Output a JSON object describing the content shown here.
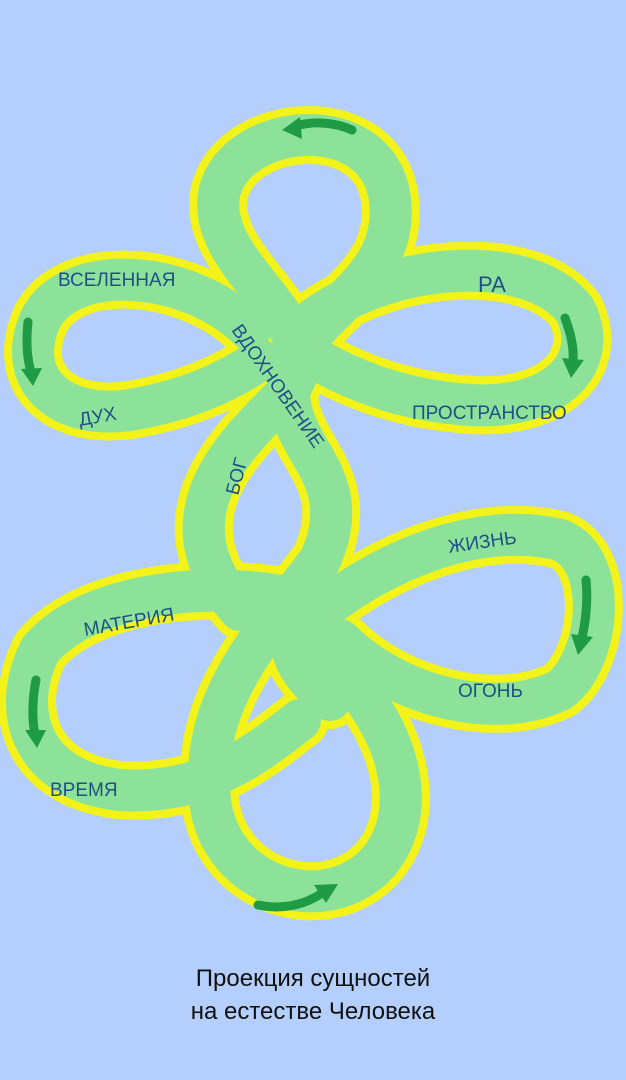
{
  "labels": {
    "universe": "ВСЕЛЕННАЯ",
    "ra": "РА",
    "spirit": "ДУХ",
    "space": "ПРОСТРАНСТВО",
    "inspiration": "ВДОХНОВЕНИЕ",
    "god": "БОГ",
    "life": "ЖИЗНЬ",
    "matter": "МАТЕРИЯ",
    "fire": "ОГОНЬ",
    "time": "ВРЕМЯ"
  },
  "caption": {
    "line1": "Проекция сущностей",
    "line2": "на естестве Человека"
  },
  "colors": {
    "background": "#b4cffc",
    "band_fill": "#8de29a",
    "band_outline": "#f3f31a",
    "label_text": "#1f4f86",
    "arrow": "#1f9a45"
  }
}
